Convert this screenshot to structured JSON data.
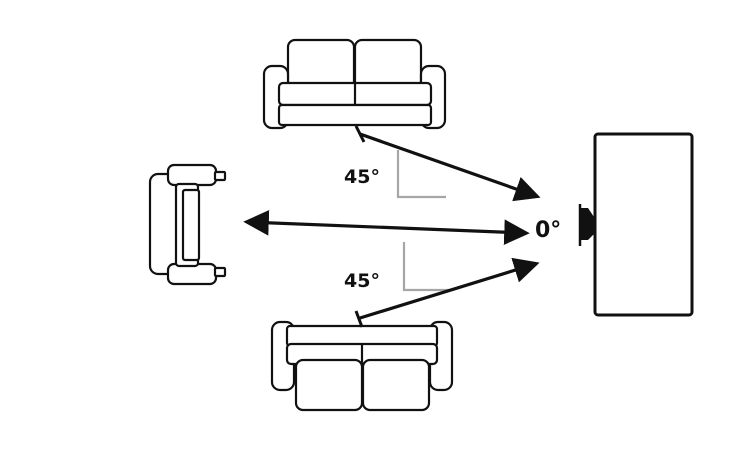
{
  "labels": {
    "top_angle": "45°",
    "bottom_angle": "45°",
    "center_angle": "0°"
  },
  "colors": {
    "ink": "#111111",
    "guide": "#a6a6a6",
    "background": "#ffffff"
  },
  "objects": {
    "top_seat": "sofa-icon",
    "bottom_seat": "sofa-icon",
    "left_seat": "armchair-icon",
    "screen": "tv-icon"
  }
}
